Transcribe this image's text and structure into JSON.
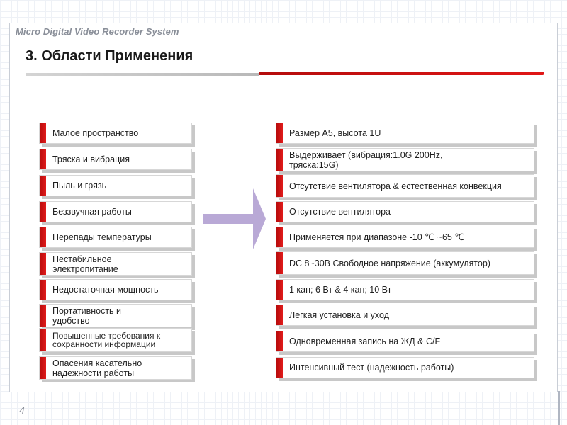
{
  "header": {
    "system_title": "Micro Digital Video Recorder System"
  },
  "page": {
    "title": "3. Области Применения",
    "number": "4"
  },
  "left_items": [
    "Малое пространство",
    "Тряска и вибрация",
    "Пыль и грязь",
    "Беззвучная работы",
    "Перепады температуры",
    "Нестабильное электропитание",
    "Недостаточная мощность",
    "Портативность и удобство",
    "Повышенные требования к сохранности информации",
    "Опасения касательно надежности работы"
  ],
  "right_items": [
    "Размер А5, высота 1U",
    "Выдерживает (вибрация:1.0G 200Hz, тряска:15G)",
    "Отсутствие вентилятора & естественная конвекция",
    "Отсутствие вентилятора",
    "Применяется при диапазоне  -10 ℃ ~65 ℃",
    "DC 8~30В Свободное напряжение (аккумулятор)",
    "1 кан; 6 Вт & 4 кан; 10 Вт",
    "Легкая установка и уход",
    "Одновременная запись на ЖД & C/F",
    "Интенсивный тест (надежность работы)"
  ],
  "colors": {
    "accent": "#cc1111",
    "arrow": "#b9a9d6"
  }
}
